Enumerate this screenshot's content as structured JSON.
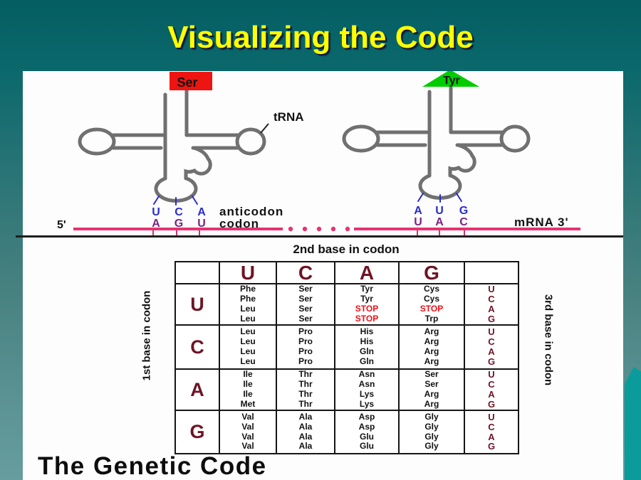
{
  "slide": {
    "title": "Visualizing the Code",
    "bottom_heading": "The Genetic Code"
  },
  "trna_diagram": {
    "trna_label": "tRNA",
    "anticodon_label": "anticodon",
    "codon_label": "codon",
    "five_prime_label": "5'",
    "mrna_label": "mRNA 3'",
    "left_trna": {
      "amino_acid": "Ser",
      "anticodon": [
        "U",
        "C",
        "A"
      ],
      "codon": [
        "A",
        "G",
        "U"
      ]
    },
    "right_trna": {
      "amino_acid": "Tyr",
      "anticodon": [
        "A",
        "U",
        "G"
      ],
      "codon": [
        "U",
        "A",
        "C"
      ]
    }
  },
  "genetic_code_table": {
    "top_axis_label": "2nd base in codon",
    "left_axis_label": "1st base in codon",
    "right_axis_label": "3rd base in codon",
    "second_bases": [
      "U",
      "C",
      "A",
      "G"
    ],
    "third_bases": [
      "U",
      "C",
      "A",
      "G"
    ],
    "rows": [
      {
        "first_base": "U",
        "columns": [
          [
            "Phe",
            "Phe",
            "Leu",
            "Leu"
          ],
          [
            "Ser",
            "Ser",
            "Ser",
            "Ser"
          ],
          [
            "Tyr",
            "Tyr",
            "STOP",
            "STOP"
          ],
          [
            "Cys",
            "Cys",
            "STOP",
            "Trp"
          ]
        ]
      },
      {
        "first_base": "C",
        "columns": [
          [
            "Leu",
            "Leu",
            "Leu",
            "Leu"
          ],
          [
            "Pro",
            "Pro",
            "Pro",
            "Pro"
          ],
          [
            "His",
            "His",
            "Gln",
            "Gln"
          ],
          [
            "Arg",
            "Arg",
            "Arg",
            "Arg"
          ]
        ]
      },
      {
        "first_base": "A",
        "columns": [
          [
            "Ile",
            "Ile",
            "Ile",
            "Met"
          ],
          [
            "Thr",
            "Thr",
            "Thr",
            "Thr"
          ],
          [
            "Asn",
            "Asn",
            "Lys",
            "Lys"
          ],
          [
            "Ser",
            "Ser",
            "Arg",
            "Arg"
          ]
        ]
      },
      {
        "first_base": "G",
        "columns": [
          [
            "Val",
            "Val",
            "Val",
            "Val"
          ],
          [
            "Ala",
            "Ala",
            "Ala",
            "Ala"
          ],
          [
            "Asp",
            "Asp",
            "Glu",
            "Glu"
          ],
          [
            "Gly",
            "Gly",
            "Gly",
            "Gly"
          ]
        ]
      }
    ]
  },
  "colors": {
    "background_teal_dark": "#045E62",
    "background_teal_light": "#679D9F",
    "accent_swoosh_teal": "#0C9B9B",
    "title_yellow": "#FFFF00",
    "base_letter_maroon": "#6E1425",
    "stop_red": "#EE1016",
    "anticodon_blue": "#2B2BCC",
    "codon_purple": "#7A2382",
    "mrna_pink": "#E93272",
    "ser_box_red": "#EE1411",
    "tyr_triangle_green": "#00CC00",
    "trna_outline_gray": "#707070"
  }
}
